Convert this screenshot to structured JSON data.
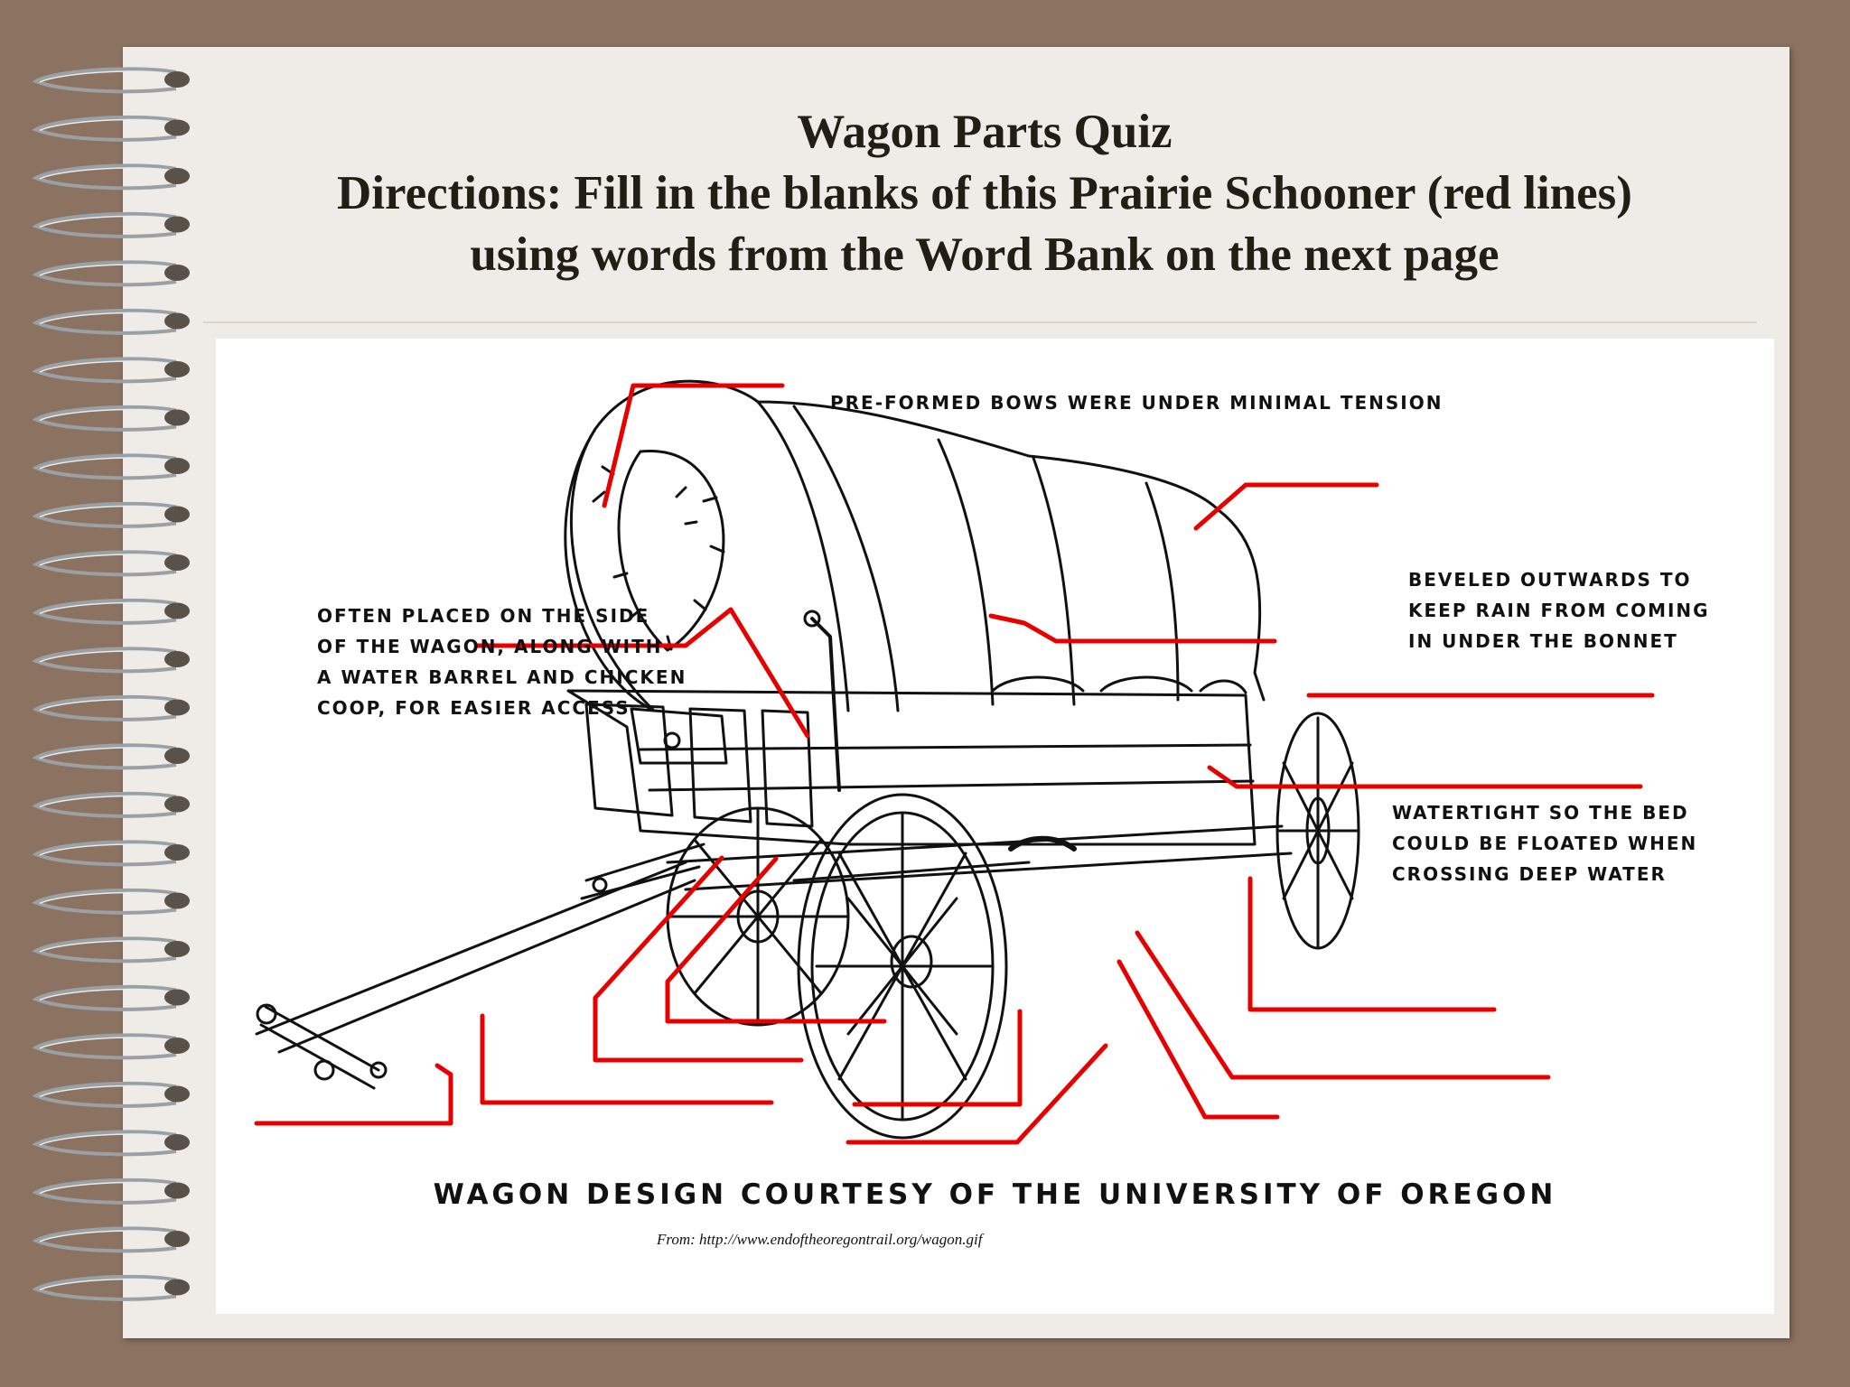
{
  "slide": {
    "title": "Wagon Parts Quiz",
    "directions_line1": "Directions: Fill in the blanks of this Prairie Schooner (red lines)",
    "directions_line2": "using words from the Word Bank on the next page"
  },
  "diagram": {
    "captions": {
      "bows": [
        "PRE-FORMED BOWS WERE UNDER MINIMAL TENSION"
      ],
      "side": [
        "OFTEN PLACED ON THE SIDE",
        "OF THE WAGON, ALONG WITH",
        "A WATER BARREL AND CHICKEN",
        "COOP, FOR EASIER ACCESS"
      ],
      "beveled": [
        "BEVELED OUTWARDS TO",
        "KEEP RAIN FROM COMING",
        "IN UNDER THE BONNET"
      ],
      "watertight": [
        "WATERTIGHT SO THE BED",
        "COULD BE FLOATED WHEN",
        "CROSSING DEEP WATER"
      ]
    },
    "credit": "WAGON DESIGN COURTESY OF THE UNIVERSITY OF OREGON",
    "source": "From: http://www.endoftheoregontrail.org/wagon.gif",
    "blank_line_color": "#e60000"
  }
}
